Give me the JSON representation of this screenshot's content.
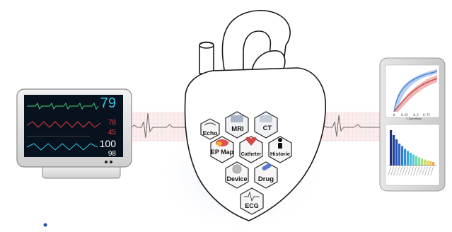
{
  "monitor": {
    "heart_rate": "79",
    "row1_value": "78",
    "row2_value": "45",
    "spo2_value": "100",
    "resp_value": "98"
  },
  "hexagons": [
    {
      "key": "echo",
      "label": "Echo"
    },
    {
      "key": "mri",
      "label": "MRI"
    },
    {
      "key": "ct",
      "label": "CT"
    },
    {
      "key": "epmap",
      "label": "EP Map"
    },
    {
      "key": "catheter",
      "label": "Catheter"
    },
    {
      "key": "historie",
      "label": "Historie"
    },
    {
      "key": "device",
      "label": "Device"
    },
    {
      "key": "drug",
      "label": "Drug"
    },
    {
      "key": "ecg",
      "label": "ECG"
    }
  ],
  "plots": {
    "roc_xlabel": "1-Specificity",
    "roc_xticks": [
      "0",
      "0.25",
      "0.5",
      "0.75"
    ]
  },
  "colors": {
    "ecg_strip": "#f4d9d9",
    "monitor_green": "#3fd07a",
    "monitor_red": "#e23b3b",
    "monitor_cyan": "#38c8e8",
    "roc_red": "#d23a3a",
    "roc_blue": "#3a78d2",
    "bar_blue": "#1f3f9a",
    "bullet": "#1a4fa8"
  }
}
